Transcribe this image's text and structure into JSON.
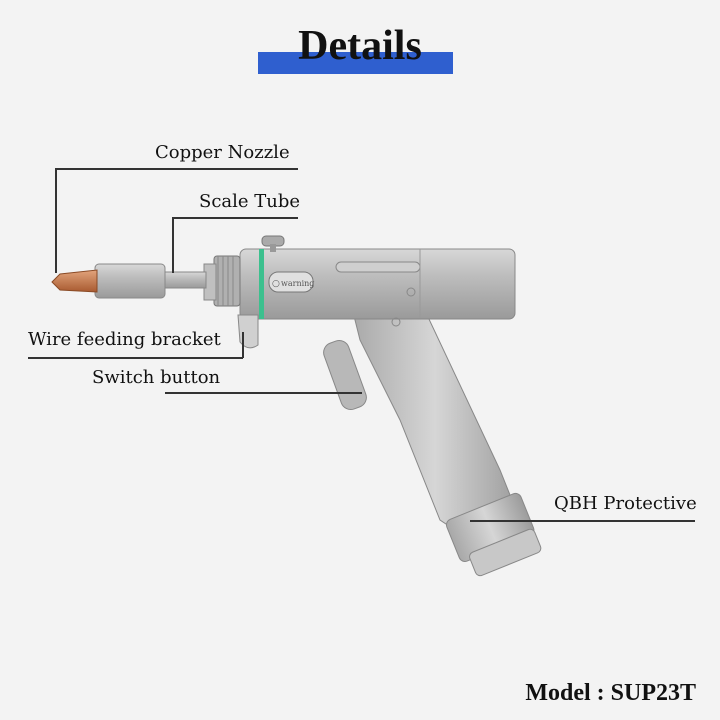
{
  "title": "Details",
  "labels": {
    "copper_nozzle": "Copper Nozzle",
    "scale_tube": "Scale Tube",
    "wire_feeding_bracket": "Wire feeding bracket",
    "switch_button": "Switch button",
    "qbh_protective": "QBH Protective"
  },
  "product_label": "warning",
  "model": "Model : SUP23T",
  "colors": {
    "accent": "#2f5fcf",
    "ring": "#3cc08e",
    "copper": "#c9784a"
  }
}
